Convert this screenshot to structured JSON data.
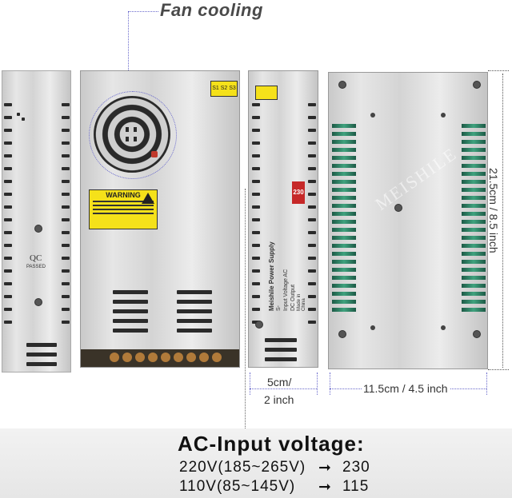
{
  "callout": {
    "fan_label": "Fan cooling"
  },
  "product": {
    "side_left": {
      "qc_label": "QC",
      "qc_sub": "PASSED"
    },
    "front": {
      "warning_title": "WARNING",
      "top_sticker": "S1 S2 S3"
    },
    "side_right": {
      "switch_label": "230",
      "brand_line": "Meishile Power Supply",
      "model_line": "S-",
      "input_line": "Input Voltage AC",
      "output_line": "DC Output",
      "origin": "Made in China"
    }
  },
  "dimensions": {
    "depth_line1": "5cm/",
    "depth_line2": "2 inch",
    "width": "11.5cm / 4.5 inch",
    "height": "21.5cm / 8.5 inch"
  },
  "spec": {
    "title": "AC-Input voltage:",
    "rows": [
      {
        "input": "220V(185~265V)",
        "arrow": "➞",
        "setting": "230"
      },
      {
        "input": "110V(85~145V)",
        "arrow": "➞",
        "setting": "115"
      }
    ]
  },
  "watermark": "MEISHILE"
}
